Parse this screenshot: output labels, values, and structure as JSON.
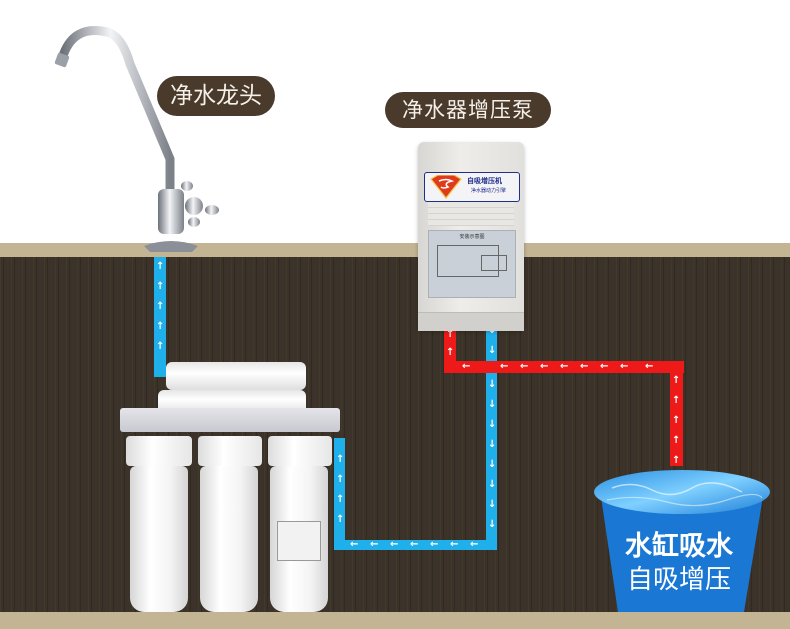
{
  "labels": {
    "faucet": "净水龙头",
    "pump": "净水器增压泵"
  },
  "pump": {
    "badge_title": "自吸增压机",
    "badge_subtitle": "净水器动力引擎",
    "diagram_title": "安装示意图"
  },
  "bucket": {
    "line1": "水缸吸水",
    "line2": "自吸增压"
  },
  "colors": {
    "label_bg": "#4a3a2c",
    "pipe_clean": "#1fb0ec",
    "pipe_raw": "#ee1a1a",
    "bucket": "#1a78d4",
    "counter": "#c3b494",
    "cabinet": "#3b3329"
  },
  "flow": {
    "arrow_up": "↑",
    "arrow_down": "↓",
    "arrow_left": "←"
  }
}
